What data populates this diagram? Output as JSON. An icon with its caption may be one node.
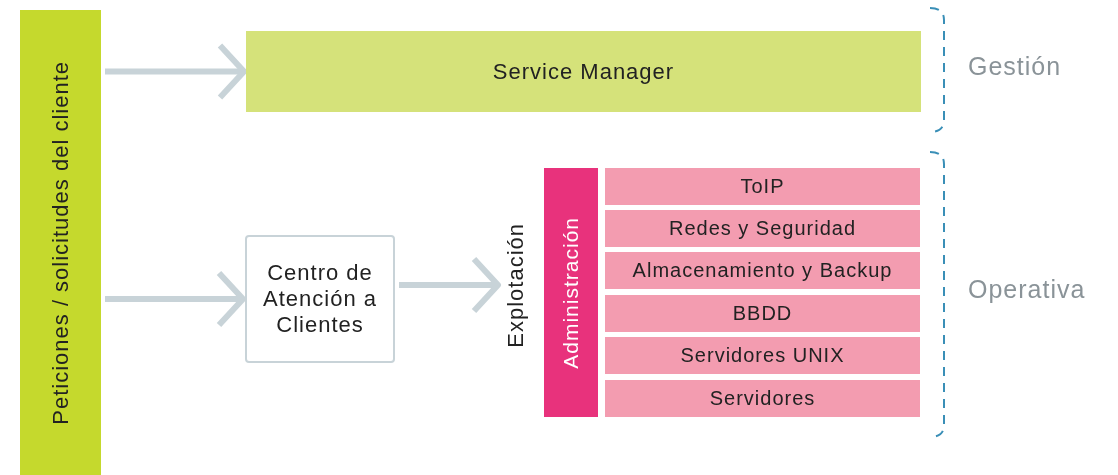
{
  "diagram": {
    "nodes": [
      {
        "text": [
          "Peticiones / solicitudes del cliente"
        ]
      },
      {
        "text": [
          "Service Manager"
        ]
      },
      {
        "text": [
          "Centro de Atención a Clientes"
        ]
      },
      {
        "text": [
          "Explotación"
        ]
      },
      {
        "text": [
          "Administración"
        ]
      },
      {
        "text": [
          "ToIP"
        ]
      },
      {
        "text": [
          "Redes y Seguridad"
        ]
      },
      {
        "text": [
          "Almacenamiento y Backup"
        ]
      },
      {
        "text": [
          "BBDD"
        ]
      },
      {
        "text": [
          "Servidores UNIX"
        ]
      },
      {
        "text": [
          "Servidores"
        ]
      }
    ],
    "edges": [
      {
        "from": 0,
        "to": 1,
        "arrow": "to"
      },
      {
        "from": 0,
        "to": 2,
        "arrow": "to"
      },
      {
        "from": 2,
        "to": 3,
        "arrow": "to"
      }
    ],
    "labels": [
      "Gestión",
      "Operativa"
    ]
  }
}
